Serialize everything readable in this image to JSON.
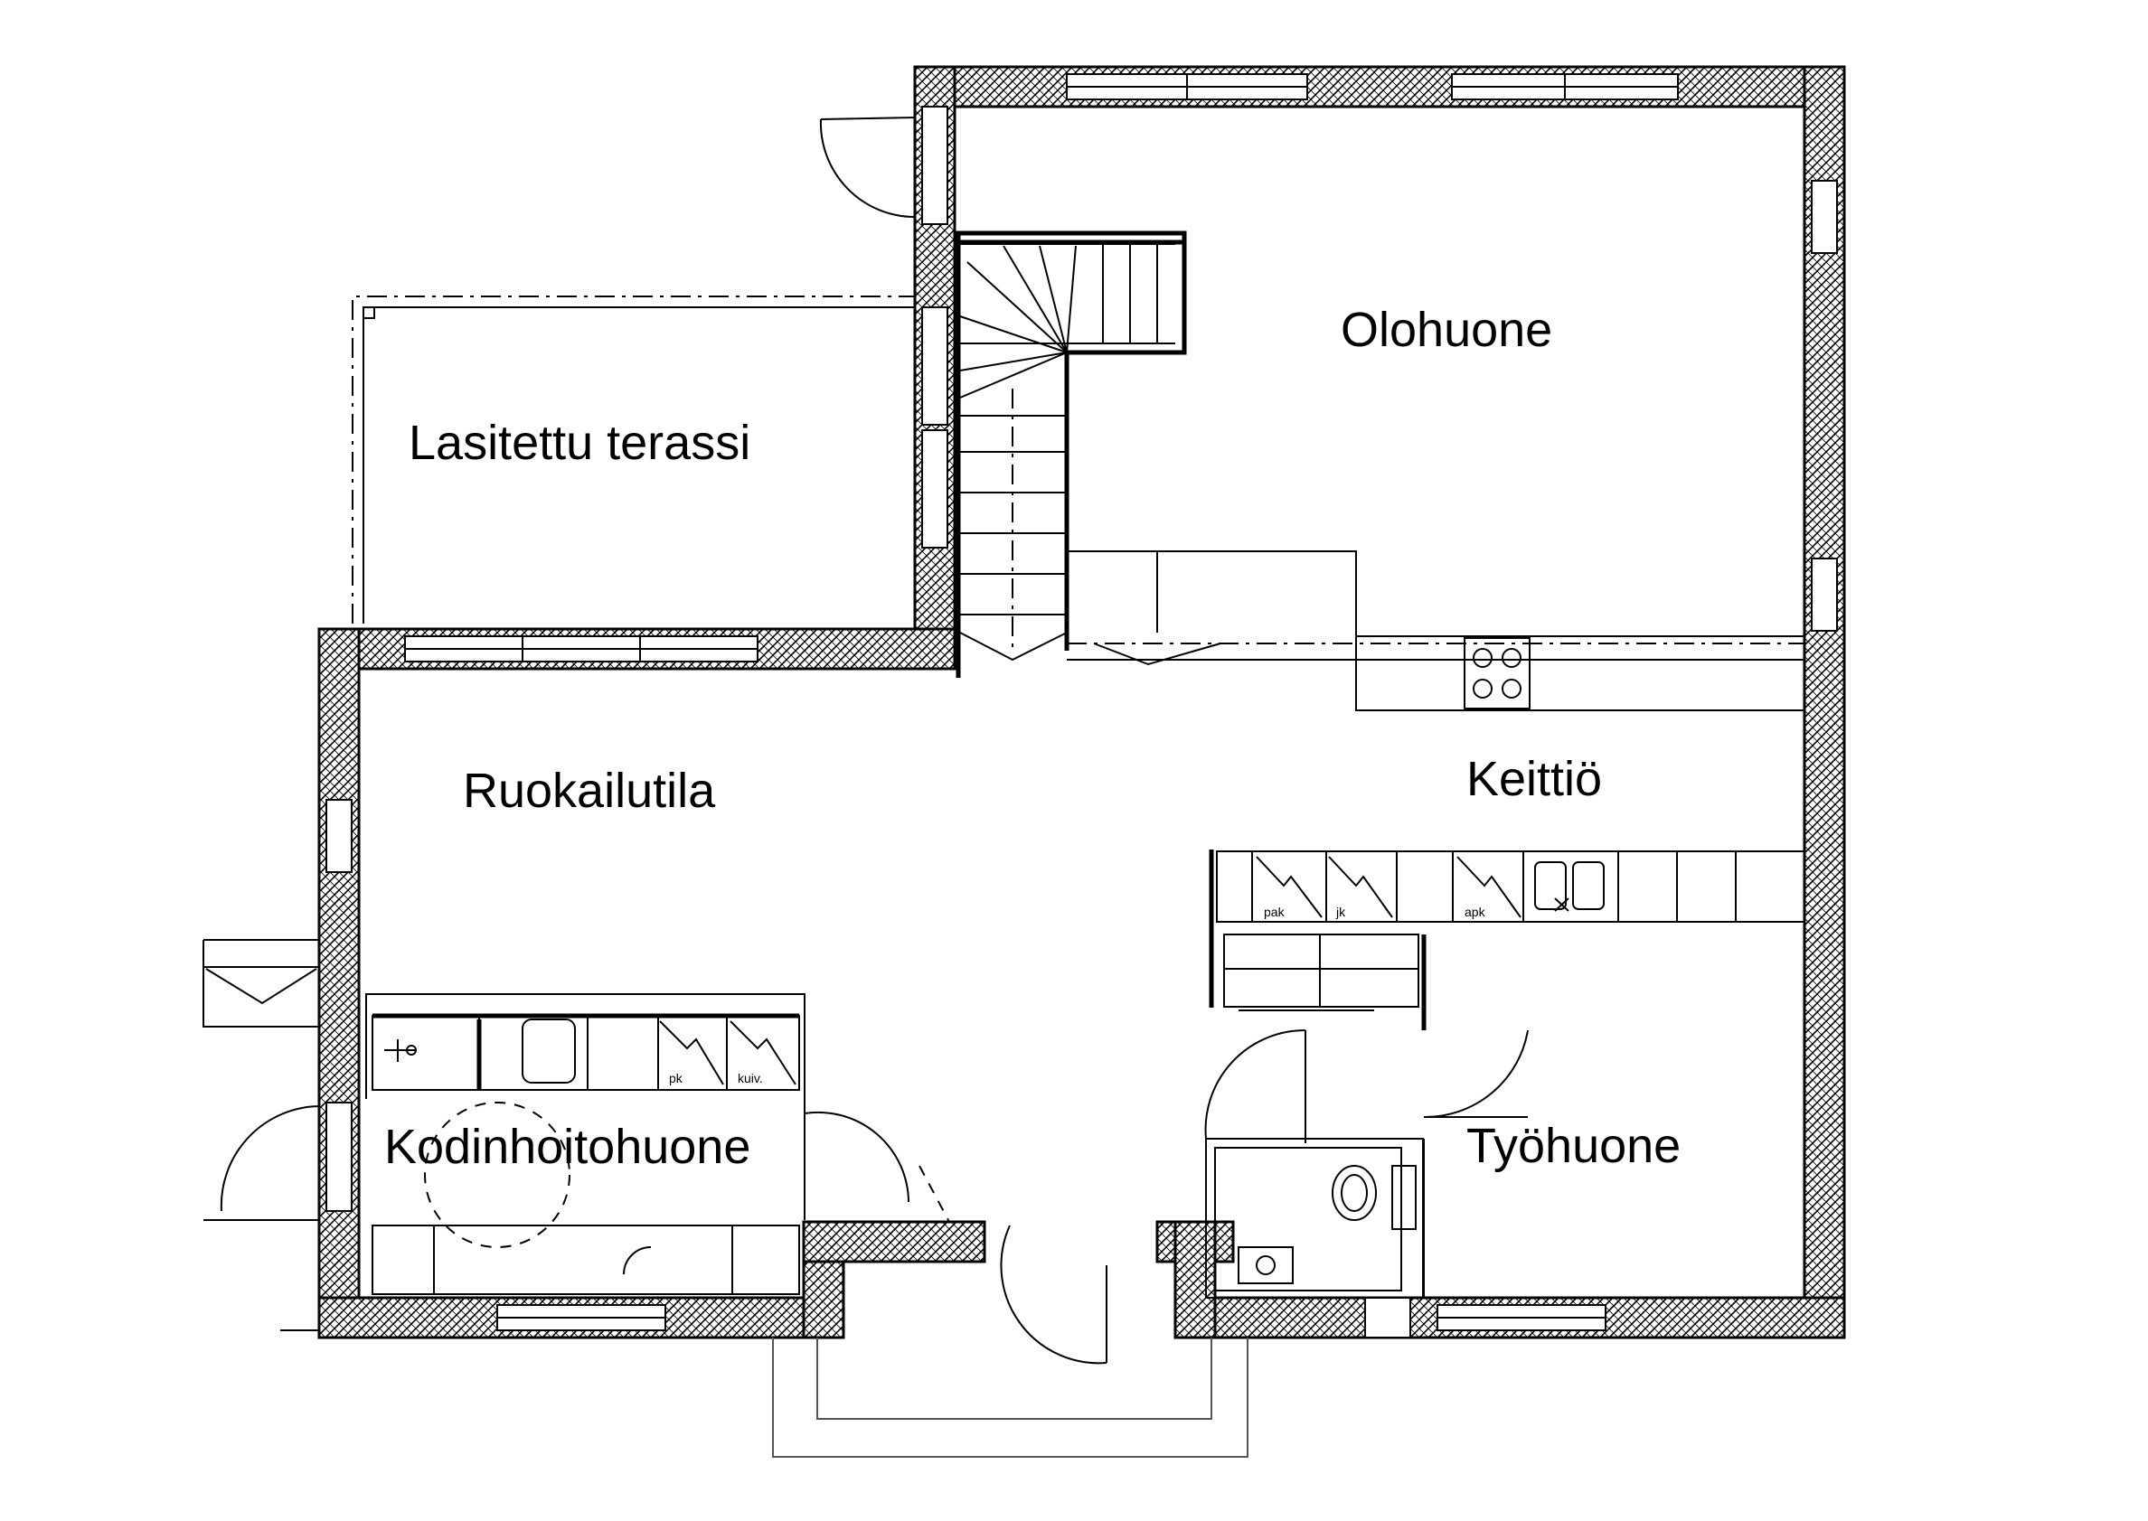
{
  "rooms": {
    "olohuone": "Olohuone",
    "lasitettu_terassi": "Lasitettu terassi",
    "ruokailutila": "Ruokailutila",
    "keittio": "Keittiö",
    "kodinhoitohuone": "Kodinhoitohuone",
    "tyohuone": "Työhuone"
  },
  "appliances": {
    "pak": "pak",
    "jk": "jk",
    "apk": "apk",
    "pk": "pk",
    "kuiv": "kuiv."
  }
}
